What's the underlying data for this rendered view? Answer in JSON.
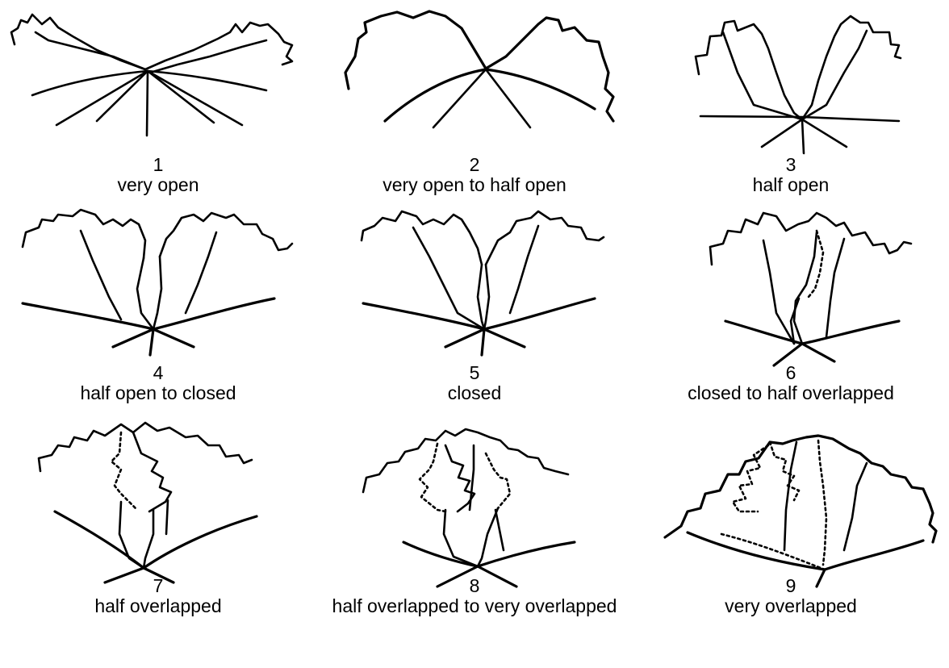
{
  "figures": [
    {
      "number": "1",
      "label": "very open"
    },
    {
      "number": "2",
      "label": "very open to half open"
    },
    {
      "number": "3",
      "label": "half open"
    },
    {
      "number": "4",
      "label": "half open to closed"
    },
    {
      "number": "5",
      "label": "closed"
    },
    {
      "number": "6",
      "label": "closed to half overlapped"
    },
    {
      "number": "7",
      "label": "half overlapped"
    },
    {
      "number": "8",
      "label": "half overlapped to very overlapped"
    },
    {
      "number": "9",
      "label": "very overlapped"
    }
  ]
}
